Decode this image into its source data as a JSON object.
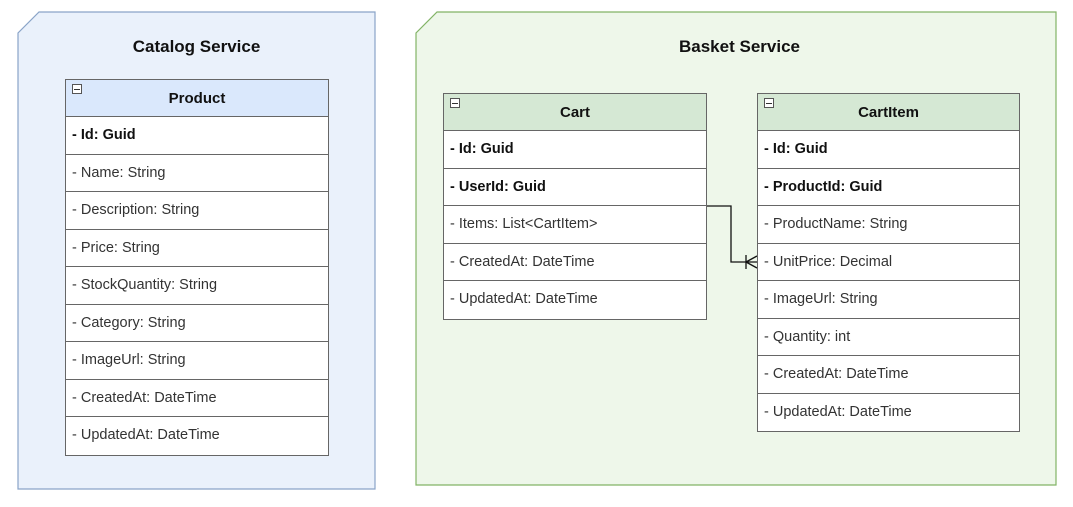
{
  "colors": {
    "catalog_fill": "#eaf1fb",
    "catalog_stroke": "#8aa4c8",
    "basket_fill": "#eef7ea",
    "basket_stroke": "#82b366",
    "header_blue": "#dae8fc",
    "header_green": "#d5e8d4"
  },
  "packages": [
    {
      "title": "Catalog Service",
      "entities": [
        {
          "name": "Product",
          "fields": [
            {
              "text": "- Id: Guid",
              "key": true
            },
            {
              "text": "- Name: String",
              "key": false
            },
            {
              "text": "- Description: String",
              "key": false
            },
            {
              "text": "- Price: String",
              "key": false
            },
            {
              "text": "- StockQuantity: String",
              "key": false
            },
            {
              "text": "- Category: String",
              "key": false
            },
            {
              "text": "- ImageUrl: String",
              "key": false
            },
            {
              "text": "- CreatedAt: DateTime",
              "key": false
            },
            {
              "text": "- UpdatedAt: DateTime",
              "key": false
            }
          ]
        }
      ]
    },
    {
      "title": "Basket Service",
      "entities": [
        {
          "name": "Cart",
          "fields": [
            {
              "text": "- Id: Guid",
              "key": true
            },
            {
              "text": "- UserId: Guid",
              "key": true
            },
            {
              "text": "- Items: List<CartItem>",
              "key": false
            },
            {
              "text": "- CreatedAt: DateTime",
              "key": false
            },
            {
              "text": "- UpdatedAt: DateTime",
              "key": false
            }
          ]
        },
        {
          "name": "CartItem",
          "fields": [
            {
              "text": "- Id: Guid",
              "key": true
            },
            {
              "text": "- ProductId: Guid",
              "key": true
            },
            {
              "text": "- ProductName: String",
              "key": false
            },
            {
              "text": "- UnitPrice: Decimal",
              "key": false
            },
            {
              "text": "- ImageUrl: String",
              "key": false
            },
            {
              "text": "- Quantity: int",
              "key": false
            },
            {
              "text": "- CreatedAt: DateTime",
              "key": false
            },
            {
              "text": "- UpdatedAt: DateTime",
              "key": false
            }
          ]
        }
      ]
    }
  ],
  "relationships": [
    {
      "from": "Cart.Items",
      "to": "CartItem",
      "notation": "one-to-many"
    }
  ]
}
